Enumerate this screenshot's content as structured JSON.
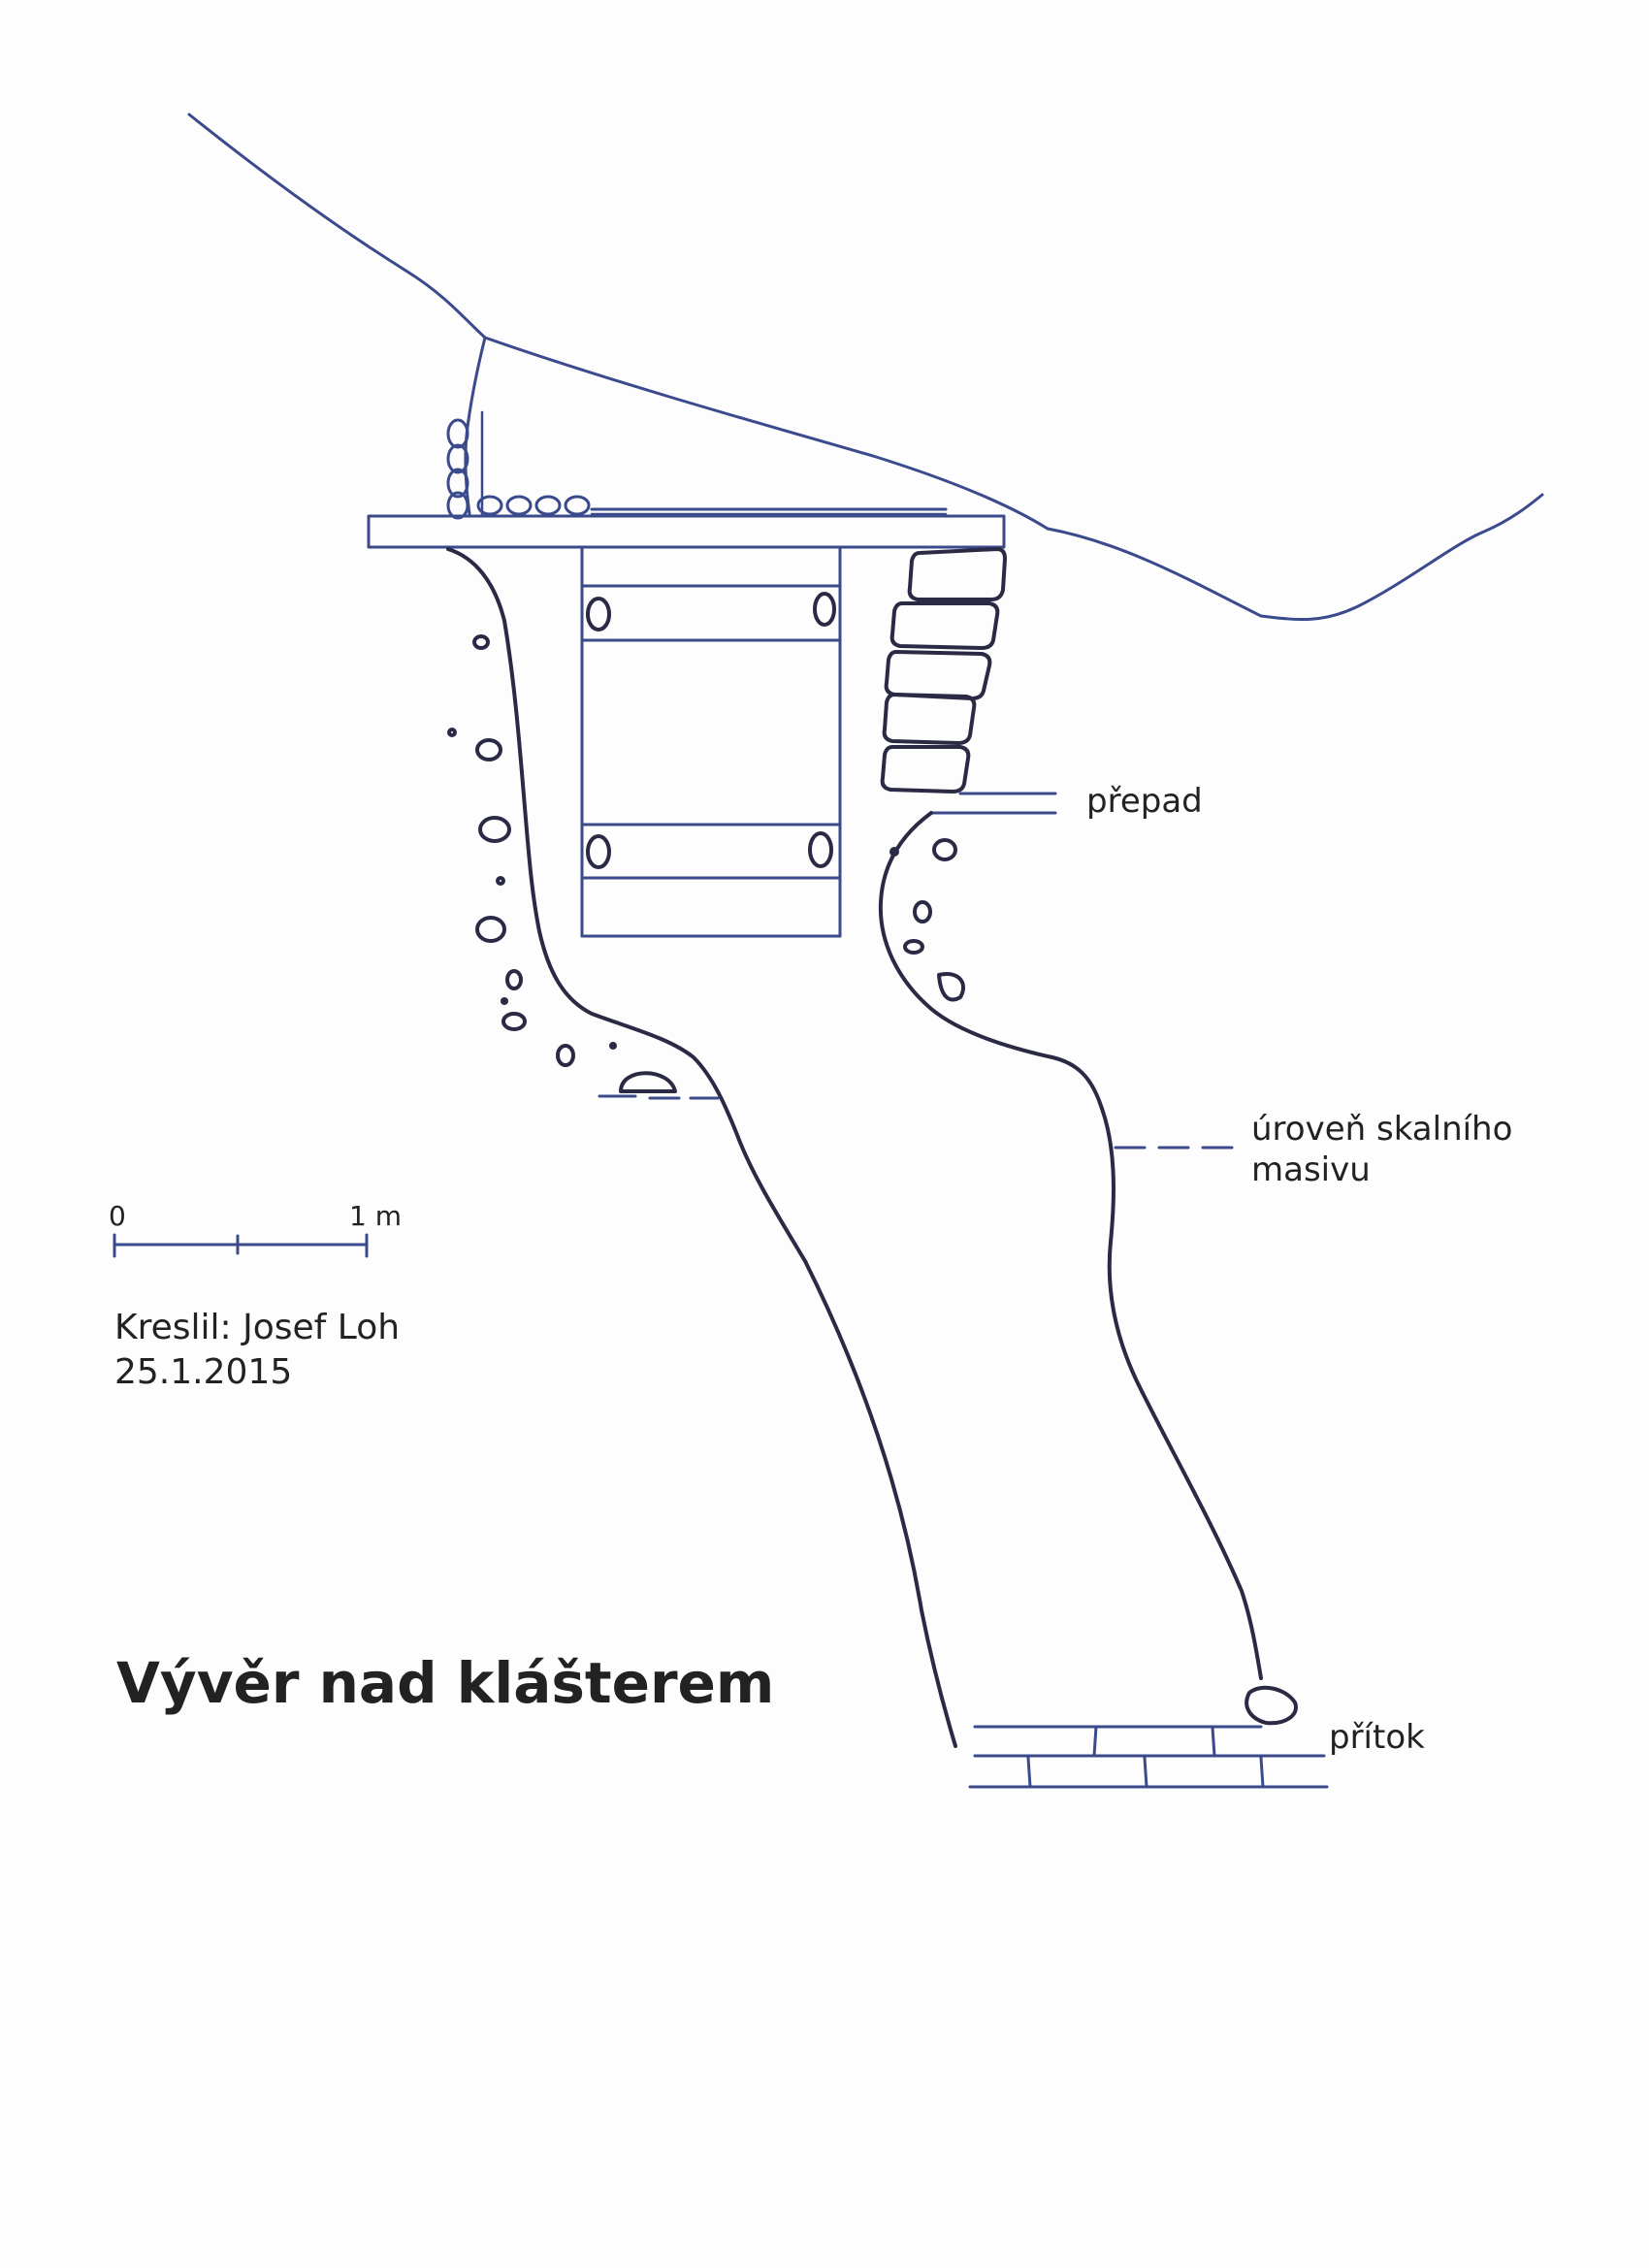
{
  "labels": {
    "prepad": "přepad",
    "uroven": "úroveň skalního masivu",
    "pritok": "přítok"
  },
  "scale": {
    "start": "0",
    "end": "1 m"
  },
  "credit": {
    "author": "Kreslil: Josef Loh",
    "date": "25.1.2015"
  },
  "title": "Vývěr nad klášterem",
  "colors": {
    "ink_blue": "#3b4a8c",
    "ink_dark": "#2a2a44",
    "paper": "#fdfdfd"
  }
}
